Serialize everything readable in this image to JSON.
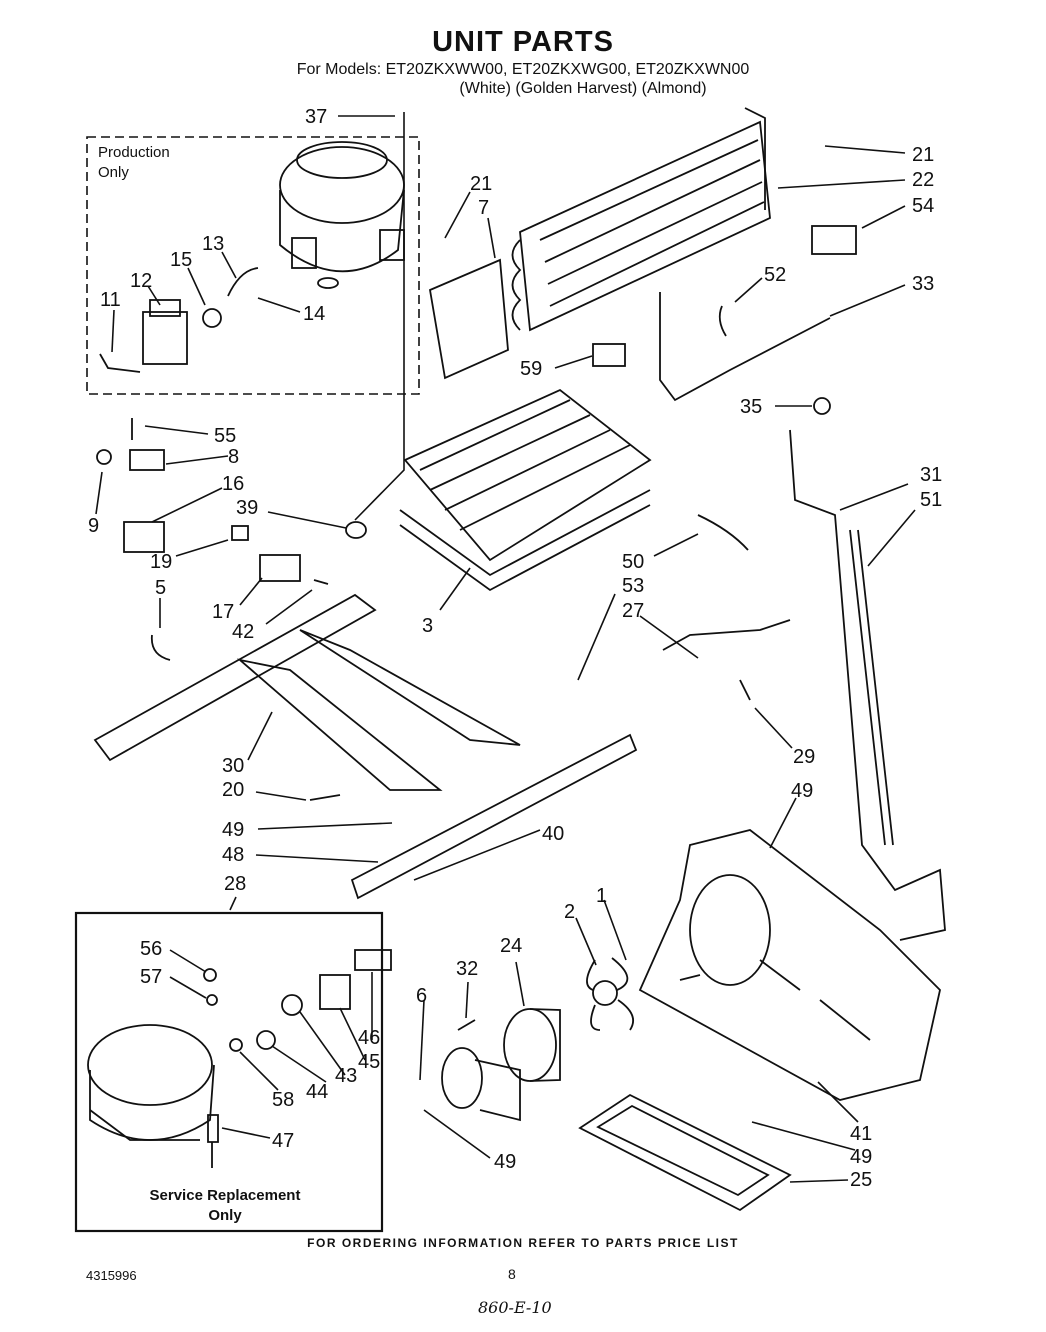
{
  "header": {
    "title": "UNIT PARTS",
    "models": "For Models: ET20ZKXWW00, ET20ZKXWG00, ET20ZKXWN00",
    "colors": "(White)    (Golden Harvest)    (Almond)"
  },
  "boxes": {
    "production": [
      "Production",
      "Only"
    ],
    "service": [
      "Service Replacement",
      "Only"
    ]
  },
  "callouts": [
    "37",
    "21",
    "22",
    "54",
    "21",
    "7",
    "52",
    "33",
    "59",
    "35",
    "13",
    "12",
    "15",
    "11",
    "14",
    "55",
    "8",
    "16",
    "9",
    "39",
    "19",
    "17",
    "42",
    "5",
    "3",
    "31",
    "51",
    "50",
    "53",
    "27",
    "29",
    "30",
    "20",
    "49",
    "48",
    "40",
    "28",
    "49",
    "56",
    "57",
    "58",
    "44",
    "43",
    "45",
    "46",
    "47",
    "6",
    "32",
    "24",
    "2",
    "1",
    "49",
    "41",
    "49",
    "25"
  ],
  "footer": {
    "ordering_note": "FOR ORDERING INFORMATION REFER TO PARTS PRICE LIST",
    "doc_number": "4315996",
    "page_number": "8",
    "handwritten_note": "860-E-10"
  }
}
